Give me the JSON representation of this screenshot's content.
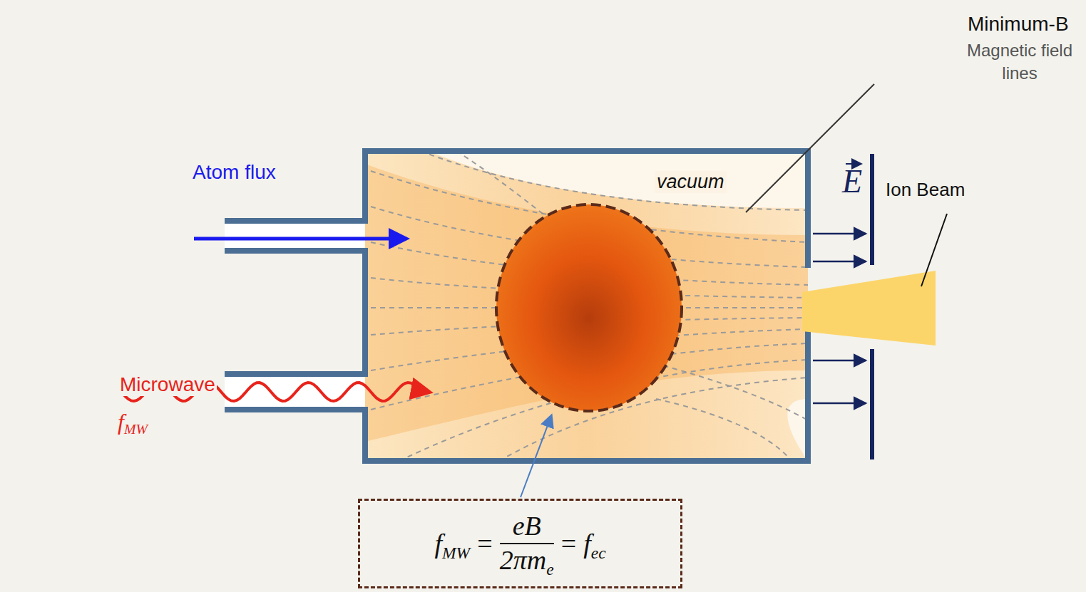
{
  "diagram": {
    "nodes": [
      {
        "text": [
          "vacuum"
        ]
      },
      {
        "text": [
          "f",
          "MW",
          "=",
          "eB",
          "2πm",
          "e",
          "=",
          "f",
          "ec"
        ]
      }
    ],
    "labels": [
      "Minimum-B",
      "Magnetic field lines",
      "Atom flux",
      "Ion Beam",
      "Microwave",
      "f",
      "MW",
      "E"
    ]
  }
}
